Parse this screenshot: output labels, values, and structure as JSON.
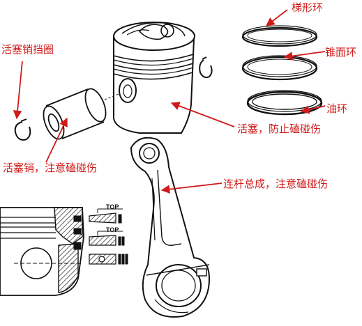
{
  "labels": {
    "trapezoid_ring": "梯形环",
    "taper_ring": "锥面环",
    "oil_ring": "油环",
    "pin_circlip": "活塞销挡圈",
    "piston": "活塞，防止磕碰伤",
    "piston_pin": "活塞销，注意磕碰伤",
    "conrod_assembly": "连杆总成，注意磕碰伤"
  },
  "ring_marks": [
    "TOP",
    "TOP"
  ],
  "colors": {
    "annotation": "#d01a1a",
    "line": "#111111"
  }
}
